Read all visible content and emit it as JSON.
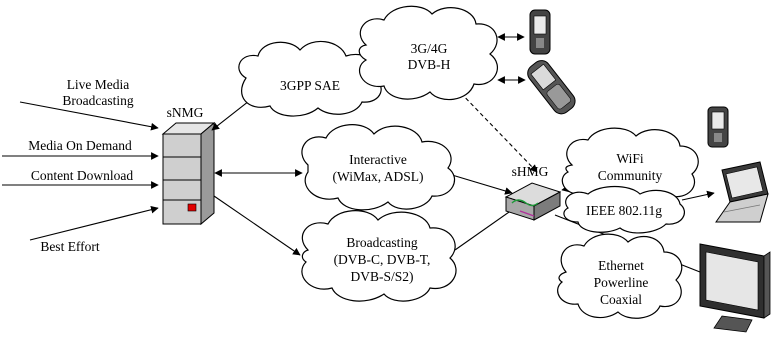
{
  "diagram": {
    "inputs": {
      "live_media": [
        "Live Media",
        "Broadcasting"
      ],
      "media_on_demand": "Media On Demand",
      "content_download": "Content Download",
      "best_effort": "Best Effort"
    },
    "nodes": {
      "snmg": "sNMG",
      "shmg": "sHMG"
    },
    "clouds": {
      "sae": "3GPP SAE",
      "mobile": [
        "3G/4G",
        "DVB-H"
      ],
      "interactive": [
        "Interactive",
        "(WiMax, ADSL)"
      ],
      "broadcasting": [
        "Broadcasting",
        "(DVB-C, DVB-T,",
        "DVB-S/S2)"
      ],
      "wifi": [
        "WiFi",
        "Community"
      ],
      "ieee": "IEEE 802.11g",
      "wired": [
        "Ethernet",
        "Powerline",
        "Coaxial"
      ]
    },
    "icons": {
      "server": "server-icon",
      "gateway": "home-gateway-icon",
      "phone_top": "pda-phone-icon",
      "phone_slider": "mobile-phone-icon",
      "pda_right": "pda-icon",
      "laptop": "laptop-icon",
      "monitor": "tv-monitor-icon"
    }
  }
}
